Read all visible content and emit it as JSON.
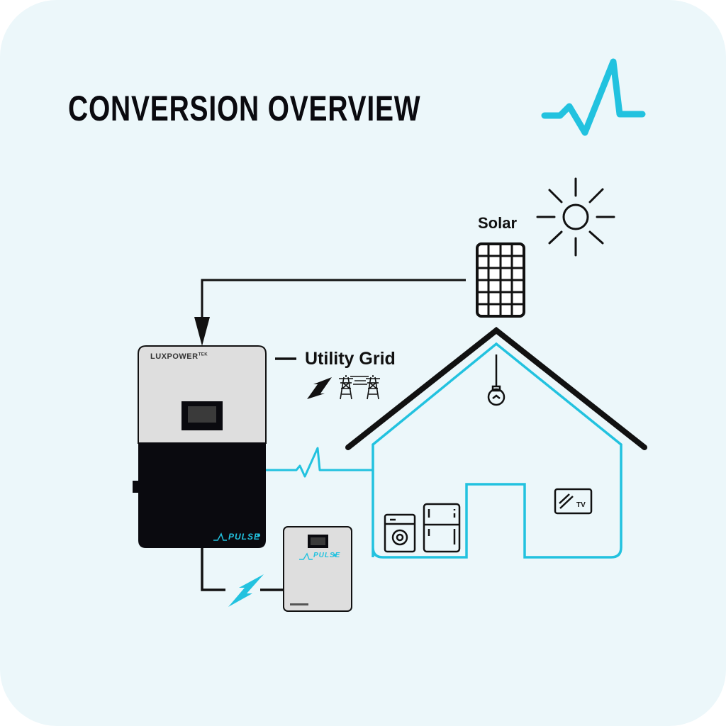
{
  "header": {
    "title": "CONVERSION OVERVIEW",
    "logo_icon": "pulse-wave-icon"
  },
  "colors": {
    "background": "#ecf7fa",
    "accent": "#22c2df",
    "ink": "#0a0a0f",
    "device_grey": "#dedede"
  },
  "nodes": {
    "solar": {
      "label": "Solar",
      "icons": [
        "sun-icon",
        "solar-panel-icon"
      ]
    },
    "utility_grid": {
      "label": "Utility Grid",
      "icons": [
        "lightning-icon",
        "power-tower-icon",
        "power-tower-icon"
      ]
    },
    "inverter": {
      "brand": "LUXPOWER",
      "brand_suffix": "TEK",
      "product": "PULSE"
    },
    "battery": {
      "product": "PULSE"
    },
    "house": {
      "appliances": [
        {
          "name": "washing-machine",
          "icon": "washing-machine-icon"
        },
        {
          "name": "refrigerator",
          "icon": "refrigerator-icon"
        },
        {
          "name": "tv",
          "icon": "tv-icon",
          "label": "TV"
        },
        {
          "name": "light-bulb",
          "icon": "light-bulb-icon"
        }
      ]
    }
  },
  "connections": [
    {
      "from": "solar",
      "to": "inverter",
      "style": "arrow"
    },
    {
      "from": "utility_grid",
      "to": "inverter",
      "style": "line"
    },
    {
      "from": "inverter",
      "to": "house",
      "style": "pulse-wave"
    },
    {
      "from": "inverter",
      "to": "battery",
      "style": "lightning"
    }
  ]
}
